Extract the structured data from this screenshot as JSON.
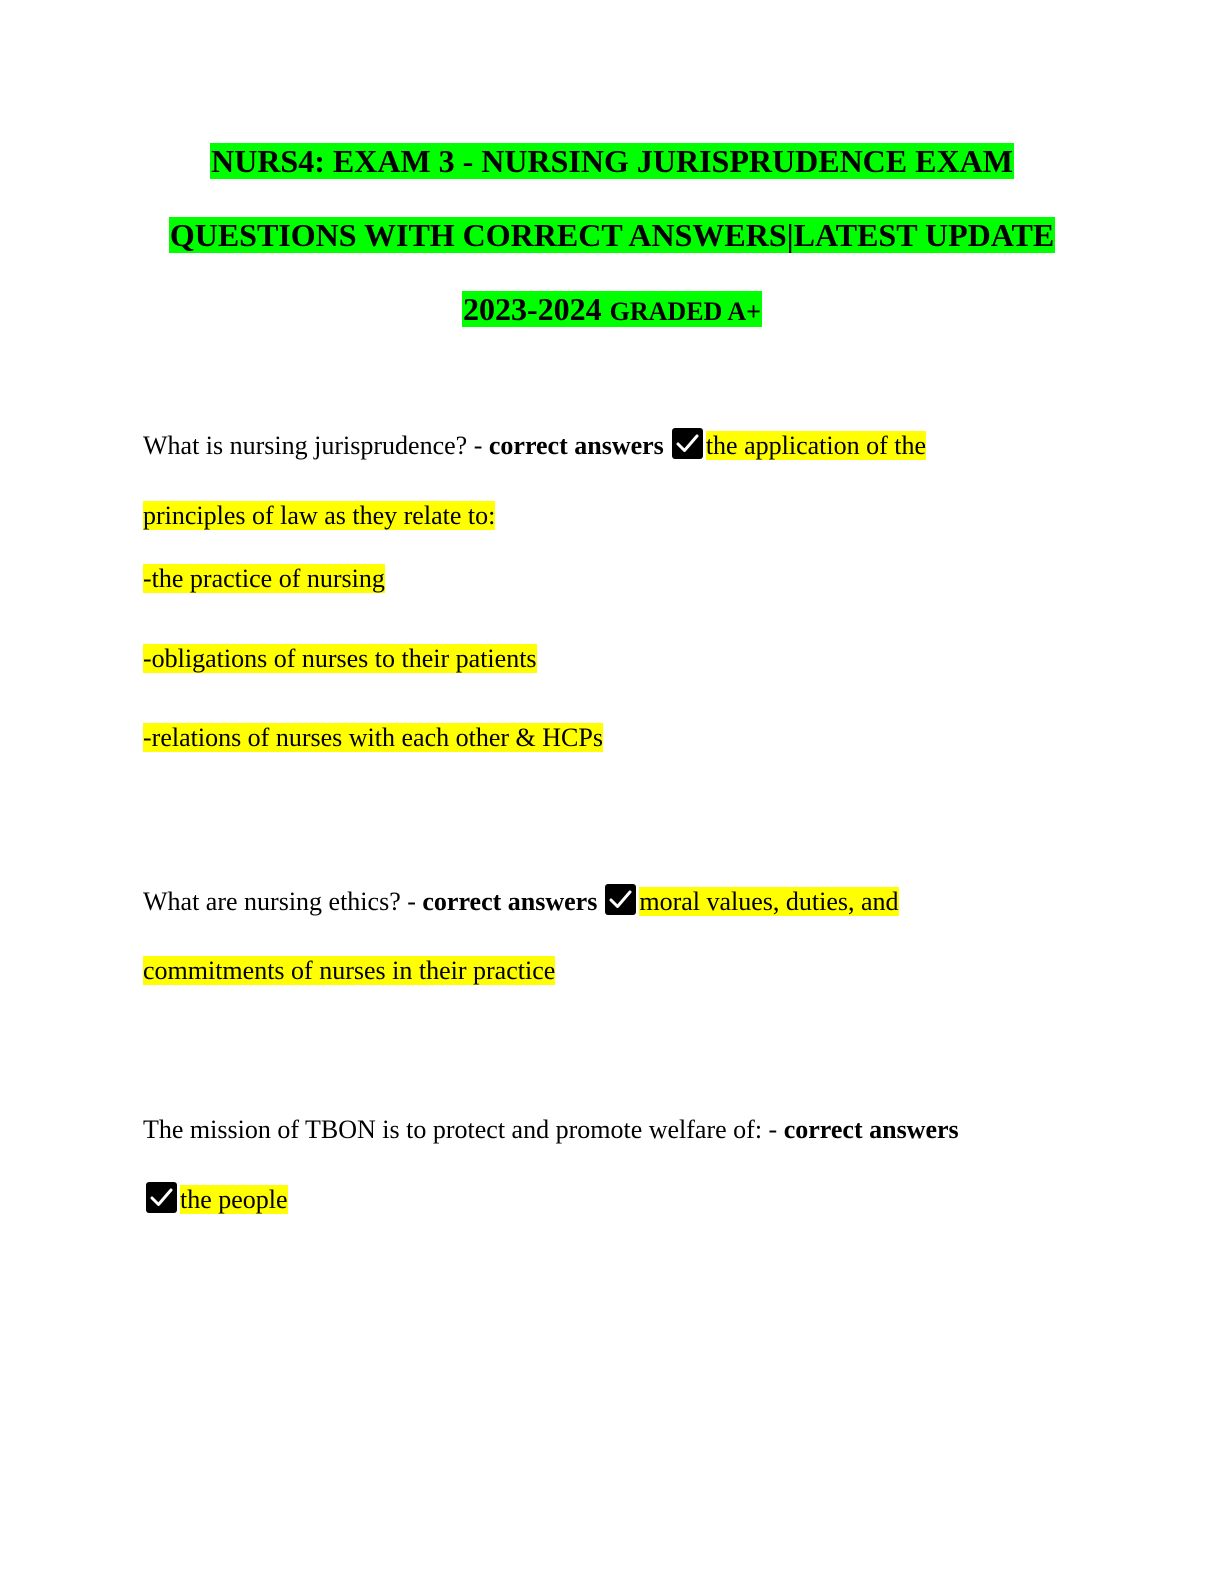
{
  "title": {
    "line1": "NURS4: EXAM 3 - NURSING JURISPRUDENCE EXAM",
    "line2": "QUESTIONS WITH CORRECT ANSWERS|LATEST UPDATE",
    "line3_year": "2023-2024",
    "line3_grade": "GRADED A+"
  },
  "colors": {
    "title_highlight": "#00ff00",
    "answer_highlight": "#ffff00"
  },
  "marker_label": "correct answers",
  "check_icon": "check-box-icon",
  "questions": [
    {
      "question": "What is nursing jurisprudence? - ",
      "answer_line1": "the application of the",
      "answer_line2": "principles of law as they relate to:",
      "items": [
        "-the practice of nursing",
        "-obligations of nurses to their patients",
        "-relations of nurses with each other & HCPs"
      ]
    },
    {
      "question": "What are nursing ethics? - ",
      "answer_line1": "moral values, duties, and",
      "answer_line2": "commitments of nurses in their practice"
    },
    {
      "question": "The mission of TBON is to protect and promote welfare of: - ",
      "answer_line1": "the people"
    }
  ]
}
